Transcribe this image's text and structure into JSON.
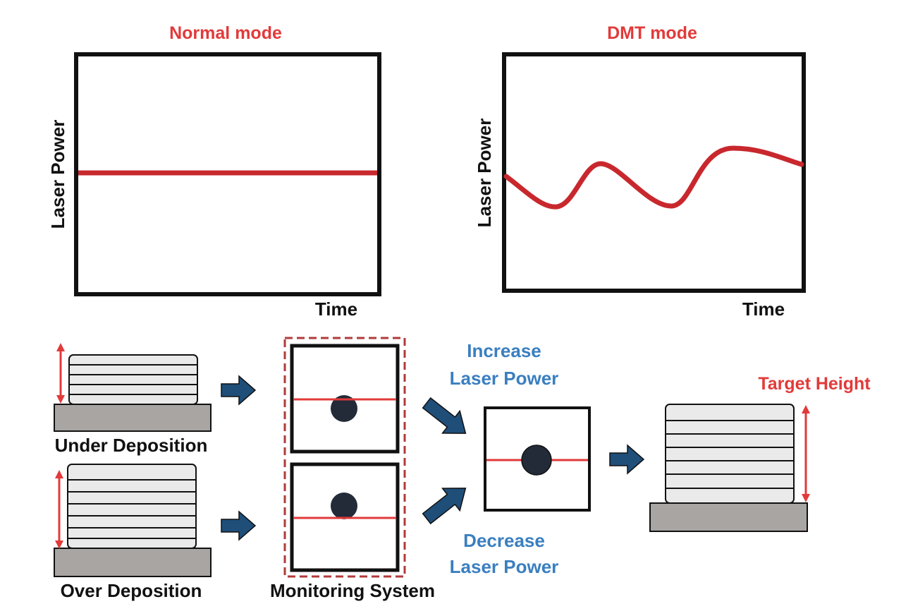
{
  "colors": {
    "accent_red": "#e23a3a",
    "curve_red": "#c8282d",
    "arrow_blue": "#1f4e79",
    "label_blue": "#3a7fc0",
    "substrate_gray": "#a9a5a3",
    "layer_fill": "#eaeaea",
    "dot": "#232a38"
  },
  "charts": {
    "normal": {
      "title": "Normal mode",
      "ylabel": "Laser Power",
      "xlabel": "Time",
      "curve": "constant"
    },
    "dmt": {
      "title": "DMT mode",
      "ylabel": "Laser Power",
      "xlabel": "Time",
      "curve": "oscillating"
    }
  },
  "process": {
    "under_label": "Under Deposition",
    "over_label": "Over Deposition",
    "monitoring_label": "Monitoring System",
    "increase_label": [
      "Increase",
      "Laser Power"
    ],
    "decrease_label": [
      "Decrease",
      "Laser Power"
    ],
    "target_label": "Target Height"
  },
  "icons": {
    "flow_arrow": "arrow-right-icon",
    "height_arrow": "double-arrow-vertical-icon",
    "melt_pool": "melt-pool-dot-icon"
  }
}
